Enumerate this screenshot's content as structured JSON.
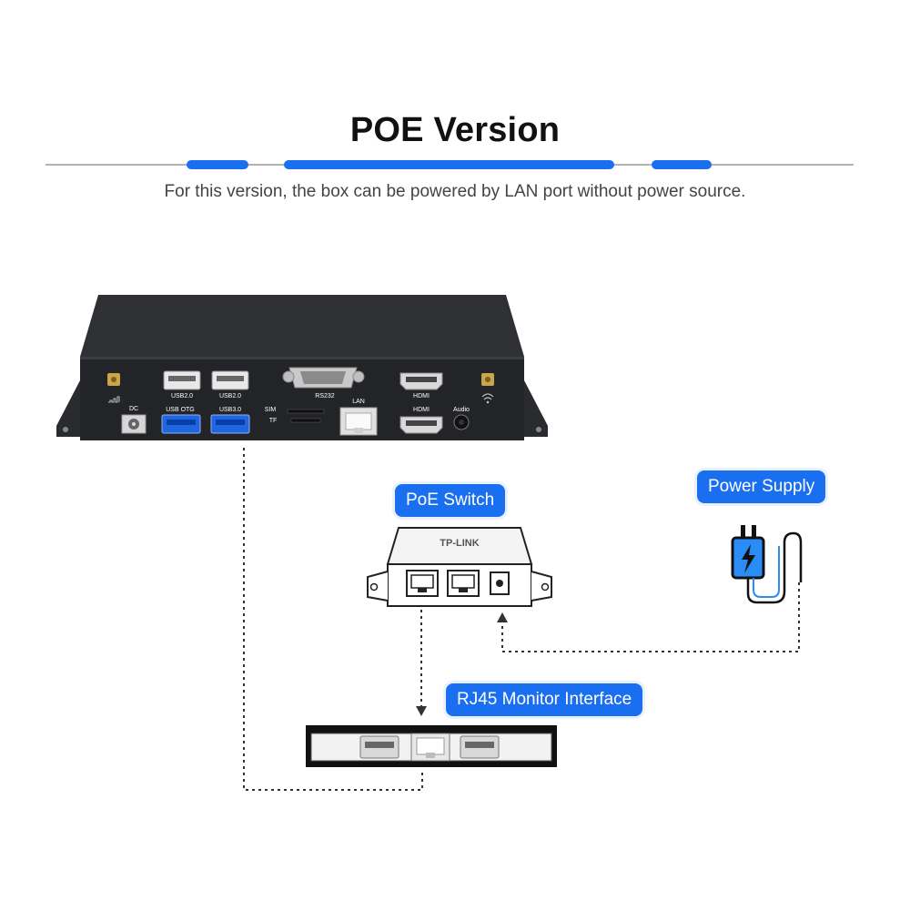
{
  "header": {
    "title": "POE Version",
    "subtitle": "For this version, the box can be powered by LAN port without power source."
  },
  "labels": {
    "poe_switch": "PoE Switch",
    "power_supply": "Power Supply",
    "rj45": "RJ45 Monitor Interface"
  },
  "device_ports": {
    "usb2_a": "USB2.0",
    "usb2_b": "USB2.0",
    "usb_otg": "USB OTG",
    "usb3": "USB3.0",
    "rs232": "RS232",
    "hdmi_top": "HDMI",
    "hdmi_bottom": "HDMI",
    "dc": "DC",
    "sim": "SIM",
    "tf": "TF",
    "lan": "LAN",
    "audio": "Audio"
  },
  "switch_brand": "TP-LINK",
  "colors": {
    "accent": "#1a6ff0",
    "device_body": "#2b2c2f",
    "usb3_blue": "#1f66e0",
    "line": "#333333"
  }
}
